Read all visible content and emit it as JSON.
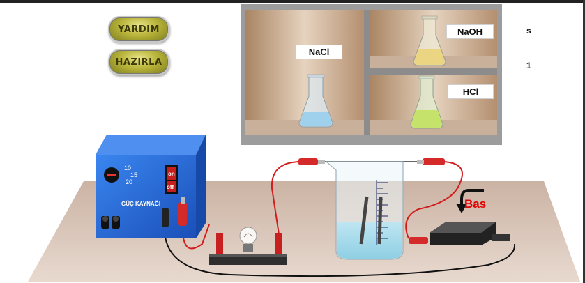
{
  "buttons": {
    "help": "YARDIM",
    "prepare": "HAZIRLA"
  },
  "shelf_labels": {
    "nacl": "NaCl",
    "naoh": "NaOH",
    "hcl": "HCl"
  },
  "side_values": {
    "unit": "s",
    "count": "1"
  },
  "power_supply": {
    "label": "GÜÇ KAYNAĞI",
    "dial_values": [
      "10",
      "15",
      "20"
    ],
    "switch_on": "on",
    "switch_off": "off"
  },
  "press_hint": "Bas",
  "colors": {
    "hint_red": "#e00000",
    "button_gold": "#b9b43a",
    "supply_blue": "#1f5fd0"
  }
}
